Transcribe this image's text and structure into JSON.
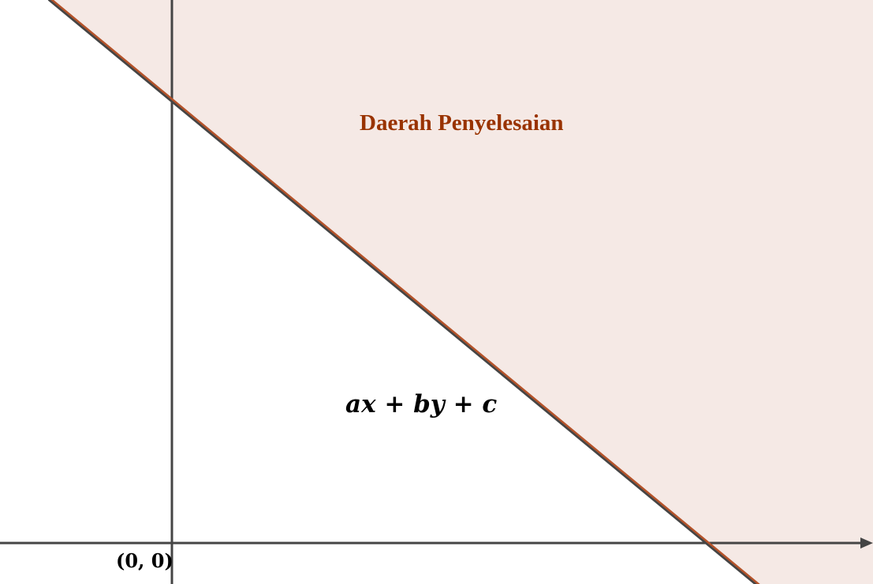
{
  "diagram": {
    "region_label": "Daerah Penyelesaian",
    "equation_label": "ax + by + c",
    "origin_label": "(0, 0)"
  },
  "colors": {
    "region_fill": "#f5e9e5",
    "boundary_line": "#b5532a",
    "axis": "#454545",
    "region_label": "#993300"
  }
}
